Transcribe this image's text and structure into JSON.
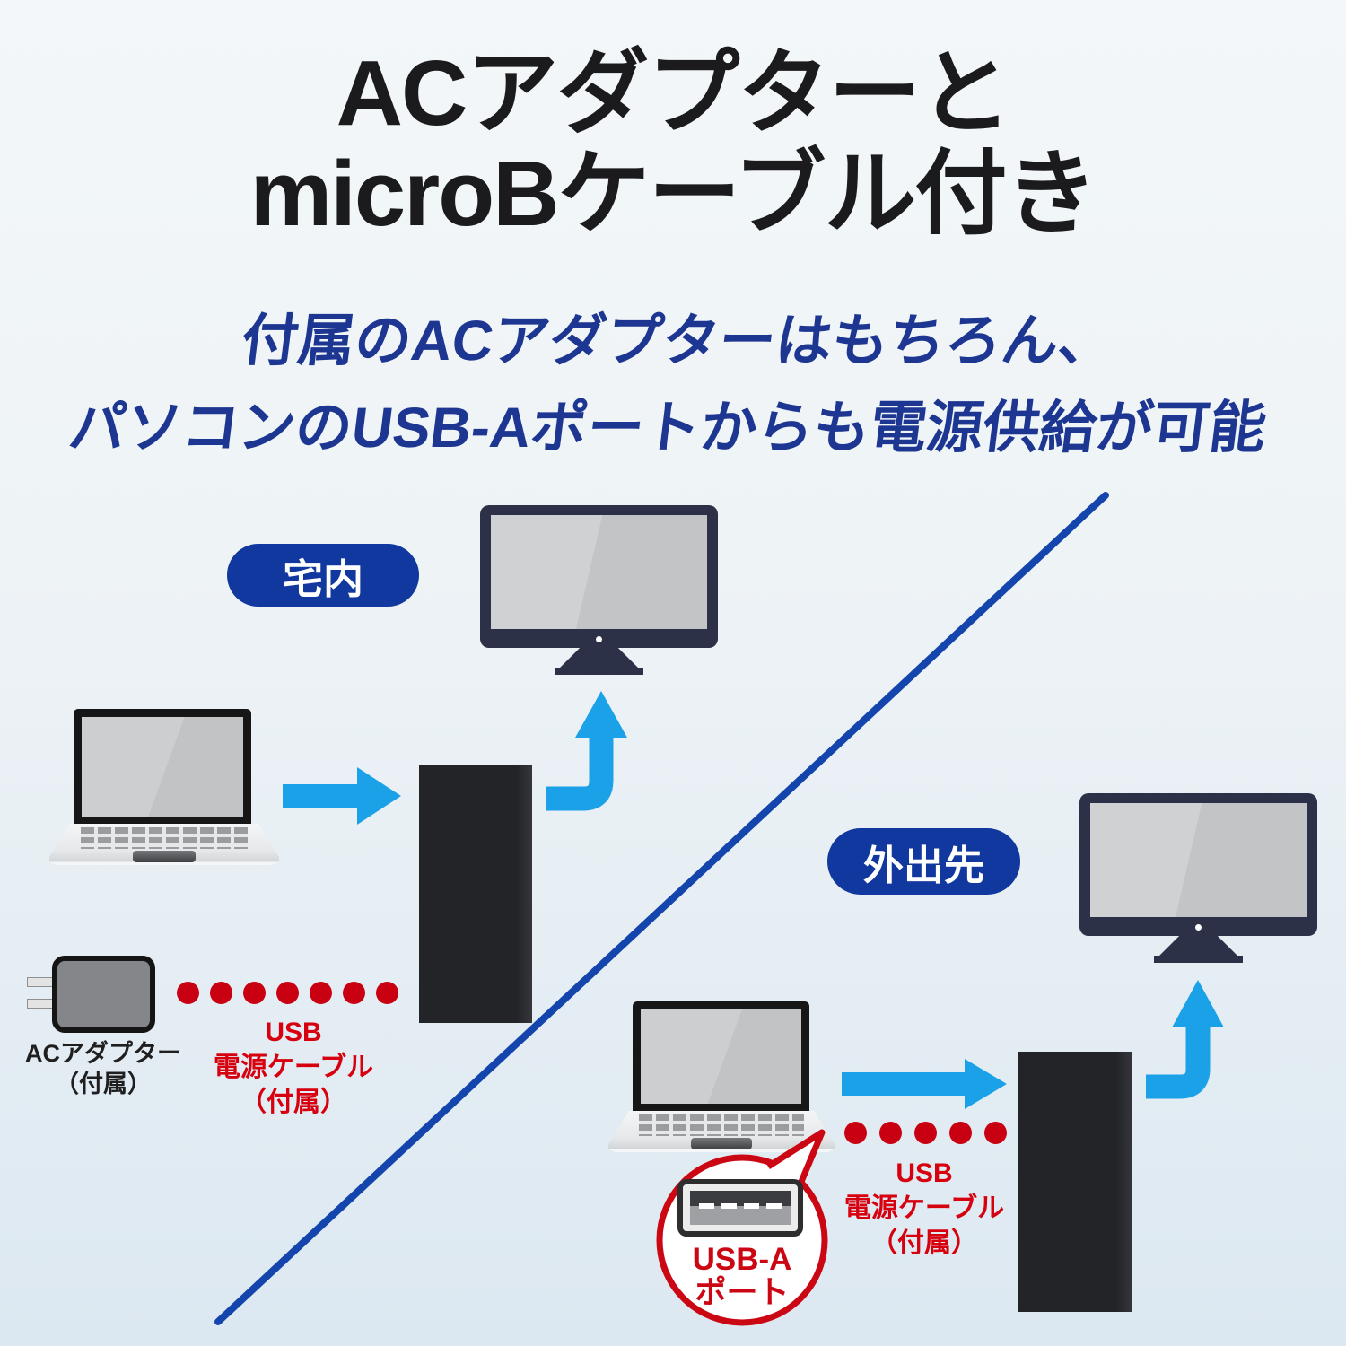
{
  "title": {
    "line1": "ACアダプターと",
    "line2": "microBケーブル付き"
  },
  "subtitle": {
    "line1": "付属のACアダプターはもちろん、",
    "line2": "パソコンのUSB-Aポートからも電源供給が可能"
  },
  "scenes": {
    "home": {
      "badge": "宅内",
      "adapter_label_line1": "ACアダプター",
      "adapter_label_line2": "（付属）",
      "cable_label_line1": "USB",
      "cable_label_line2": "電源ケーブル",
      "cable_label_line3": "（付属）"
    },
    "away": {
      "badge": "外出先",
      "cable_label_line1": "USB",
      "cable_label_line2": "電源ケーブル",
      "cable_label_line3": "（付属）",
      "port_callout_line1": "USB-A",
      "port_callout_line2": "ポート"
    }
  },
  "colors": {
    "badge_blue": "#10389e",
    "headline_blue": "#1d3692",
    "title_black": "#1b1b1d",
    "arrow_cyan": "#1aa1e8",
    "label_red": "#d7000f",
    "dot_red": "#c90011",
    "callout_red": "#cc0714",
    "device_black": "#26272b",
    "monitor_navy": "#2c3147",
    "divider_blue": "#1345ad",
    "background_top": "#f3f7f9",
    "background_bottom": "#dce8f1"
  }
}
